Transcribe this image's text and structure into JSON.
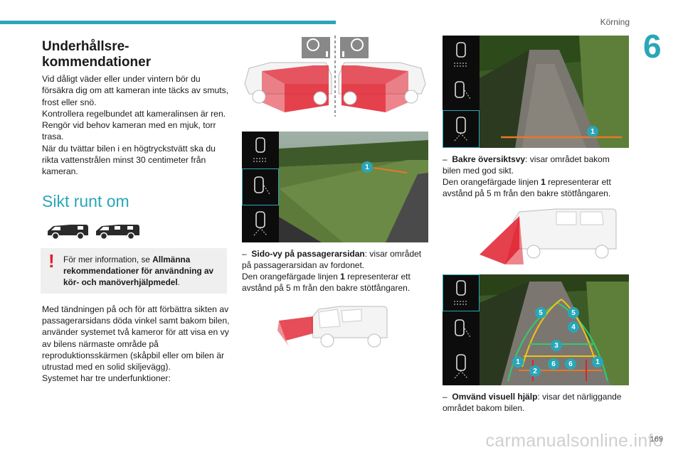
{
  "header": {
    "section": "Körning",
    "chapter": "6"
  },
  "col1": {
    "heading": "Underhållsre-\nkommendationer",
    "paragraph": "Vid dåligt väder eller under vintern bör du försäkra dig om att kameran inte täcks av smuts, frost eller snö.\nKontrollera regelbundet att kameralinsen är ren. Rengör vid behov kameran med en mjuk, torr trasa.\nNär du tvättar bilen i en högtryckstvätt ska du rikta vattenstrålen minst 30 centimeter från kameran.",
    "section_title": "Sikt runt om",
    "note_prefix": "För mer information, se ",
    "note_bold": "Allmänna rekommendationer för användning av kör- och manöverhjälpmedel",
    "note_suffix": ".",
    "intro": "Med tändningen på och för att förbättra sikten av passagerarsidans döda vinkel samt bakom bilen, använder systemet två kameror för att visa en vy av bilens närmaste område på reproduktionsskärmen (skåpbil eller om bilen är utrustad med en solid skiljevägg).\nSystemet har tre underfunktioner:"
  },
  "col2": {
    "badge": "1",
    "bullet_dash": "–",
    "bullet_title": "Sido-vy på passagerarsidan",
    "bullet_text": ": visar området på passagerarsidan av fordonet.",
    "bullet_extra_a": "Den orangefärgade linjen ",
    "bullet_extra_num": "1",
    "bullet_extra_b": " representerar ett avstånd på 5 m från den bakre stötfångaren."
  },
  "col3": {
    "badge": "1",
    "bullet1_dash": "–",
    "bullet1_title": "Bakre översiktsvy",
    "bullet1_text": ": visar området bakom bilen med god sikt.",
    "bullet1_extra_a": "Den orangefärgade linjen ",
    "bullet1_extra_num": "1",
    "bullet1_extra_b": " representerar ett avstånd på 5 m från den bakre stötfångaren.",
    "markers": [
      "5",
      "5",
      "4",
      "3",
      "1",
      "1",
      "2",
      "6",
      "6"
    ],
    "bullet2_dash": "–",
    "bullet2_title": "Omvänd visuell hjälp",
    "bullet2_text": ": visar det närliggande området bakom bilen."
  },
  "footer": {
    "page_number": "169",
    "watermark": "carmanualsonline.info"
  },
  "colors": {
    "accent": "#2aa6b8",
    "warning": "#e0202e",
    "guide_orange": "#e8772a",
    "zone_red": "#e0202e"
  },
  "icons": [
    "van-icon",
    "warning-exclamation-icon",
    "steering-wheel-icon",
    "car-top-view-icon",
    "camera-zone-icon"
  ]
}
